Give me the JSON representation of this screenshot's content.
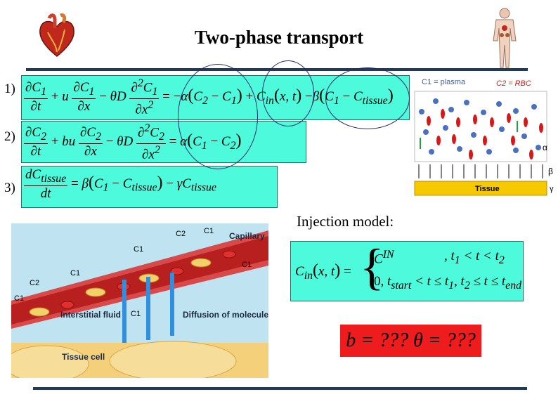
{
  "slide": {
    "title": "Two-phase transport",
    "injection_label": "Injection model:",
    "unknowns": "b = ???   θ = ???"
  },
  "equations": [
    {
      "number": "1)"
    },
    {
      "number": "2)"
    },
    {
      "number": "3)"
    }
  ],
  "schematic": {
    "c1_label": "C1 = plasma",
    "c2_label": "C2 = RBC",
    "alpha": "α",
    "beta": "β",
    "gamma": "γ",
    "tissue": "Tissue"
  },
  "illustration": {
    "capillary": "Capillary",
    "interstitial": "Interstitial fluid",
    "diffusion": "Diffusion of molecules",
    "tissue_cell": "Tissue cell",
    "c1": "C1",
    "c2": "C2"
  },
  "colors": {
    "equation_bg": "#4dfbdc",
    "rule": "#1f3a5a",
    "unknown_bg": "#ee1c1c"
  },
  "icons": [
    "heart-icon",
    "human-body-icon"
  ]
}
